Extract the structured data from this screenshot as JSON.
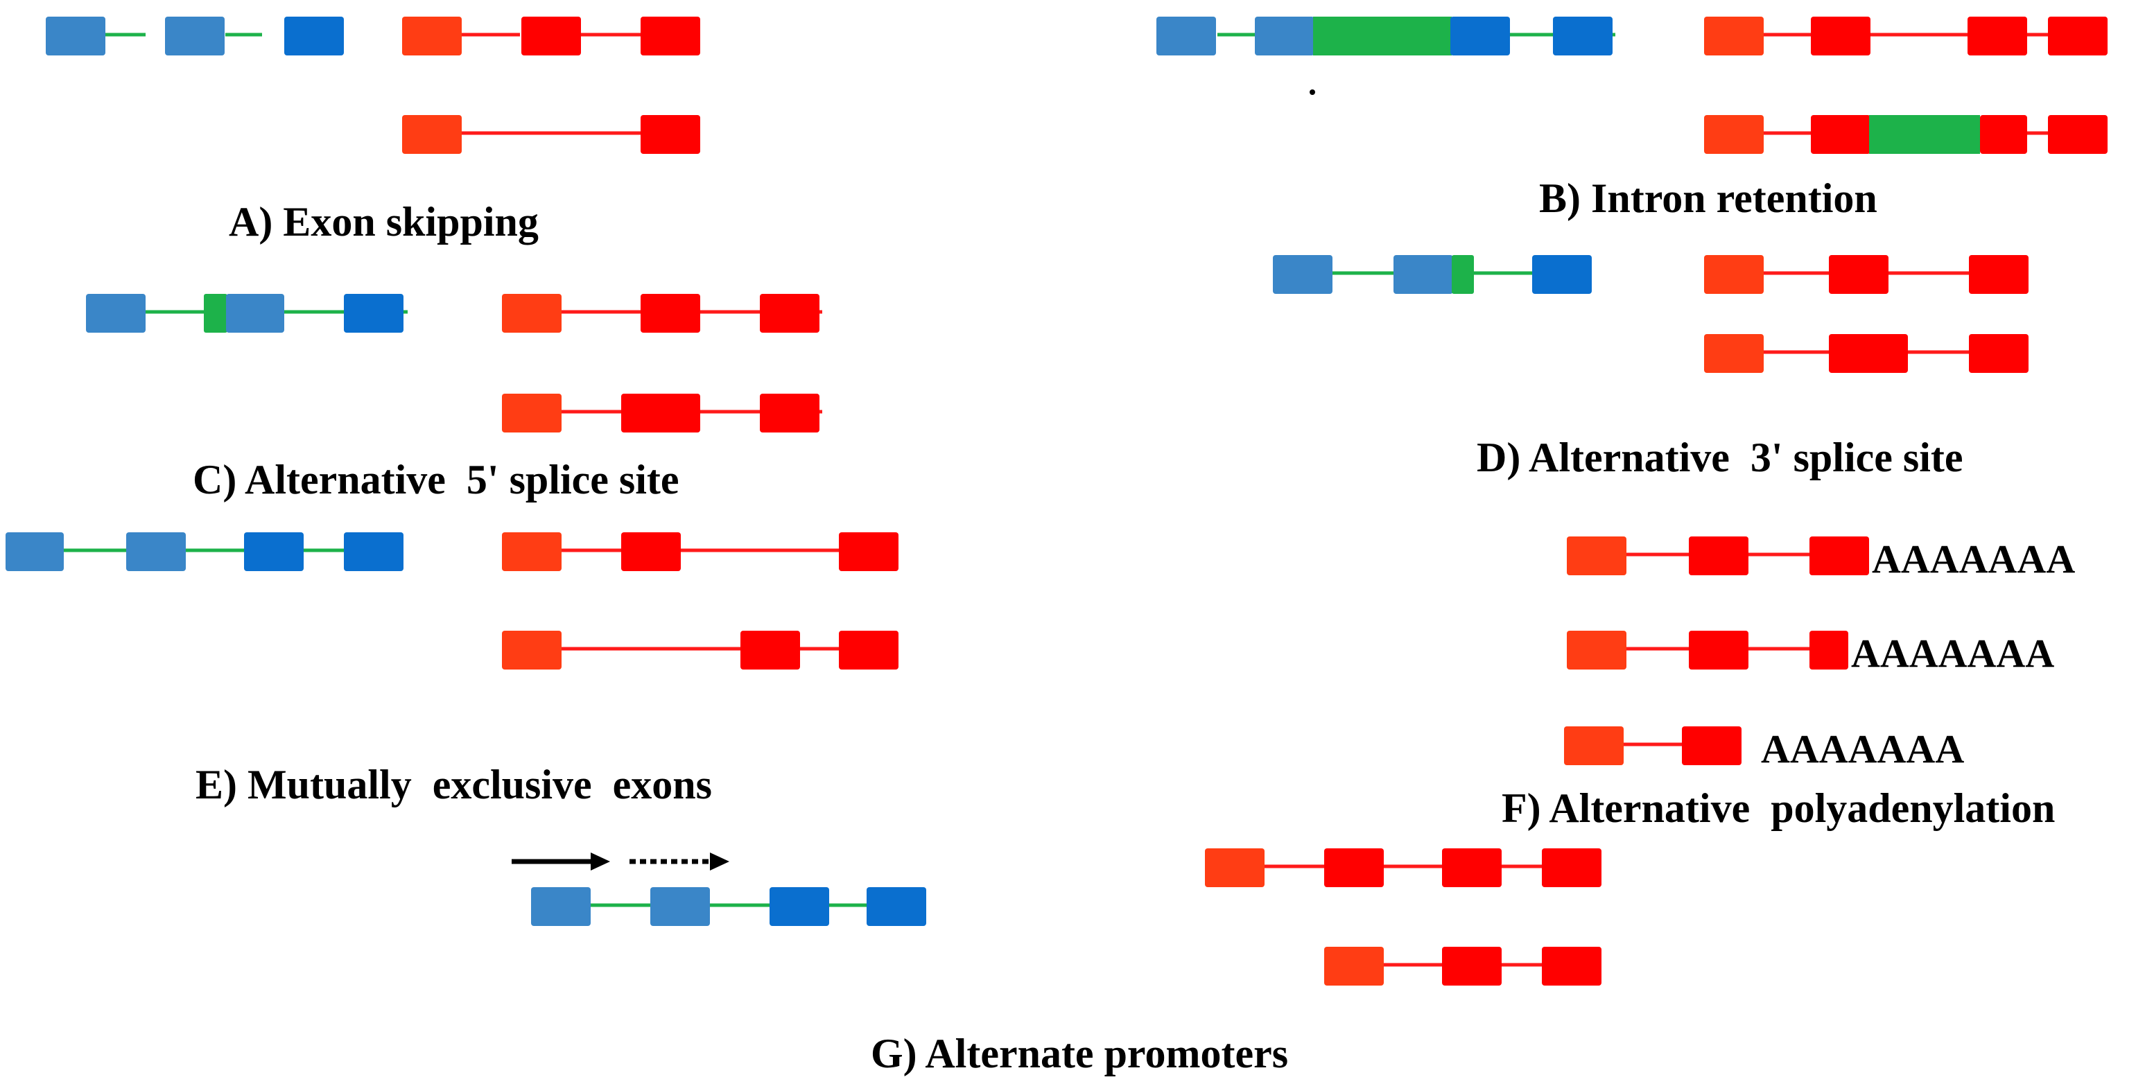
{
  "colors": {
    "blue_exon_light": "#3a86c8",
    "blue_exon": "#0a6fcf",
    "green_intron": "#1db24a",
    "red_exon_first": "#ff3d14",
    "red_exon": "#ff0000",
    "red_line": "#ff1a1a",
    "arrow": "#000000"
  },
  "panels": [
    {
      "id": "A",
      "caption": "A) Exon skipping"
    },
    {
      "id": "B",
      "caption": "B) Intron retention"
    },
    {
      "id": "C",
      "caption": "C) Alternative  5' splice site"
    },
    {
      "id": "D",
      "caption": "D) Alternative  3' splice site"
    },
    {
      "id": "E",
      "caption": "E) Mutually  exclusive  exons"
    },
    {
      "id": "F",
      "caption": "F) Alternative  polyadenylation"
    },
    {
      "id": "G",
      "caption": "G) Alternate promoters"
    }
  ],
  "polyA": [
    "AAAAAAA",
    "AAAAAAA",
    "AAAAAAA"
  ]
}
